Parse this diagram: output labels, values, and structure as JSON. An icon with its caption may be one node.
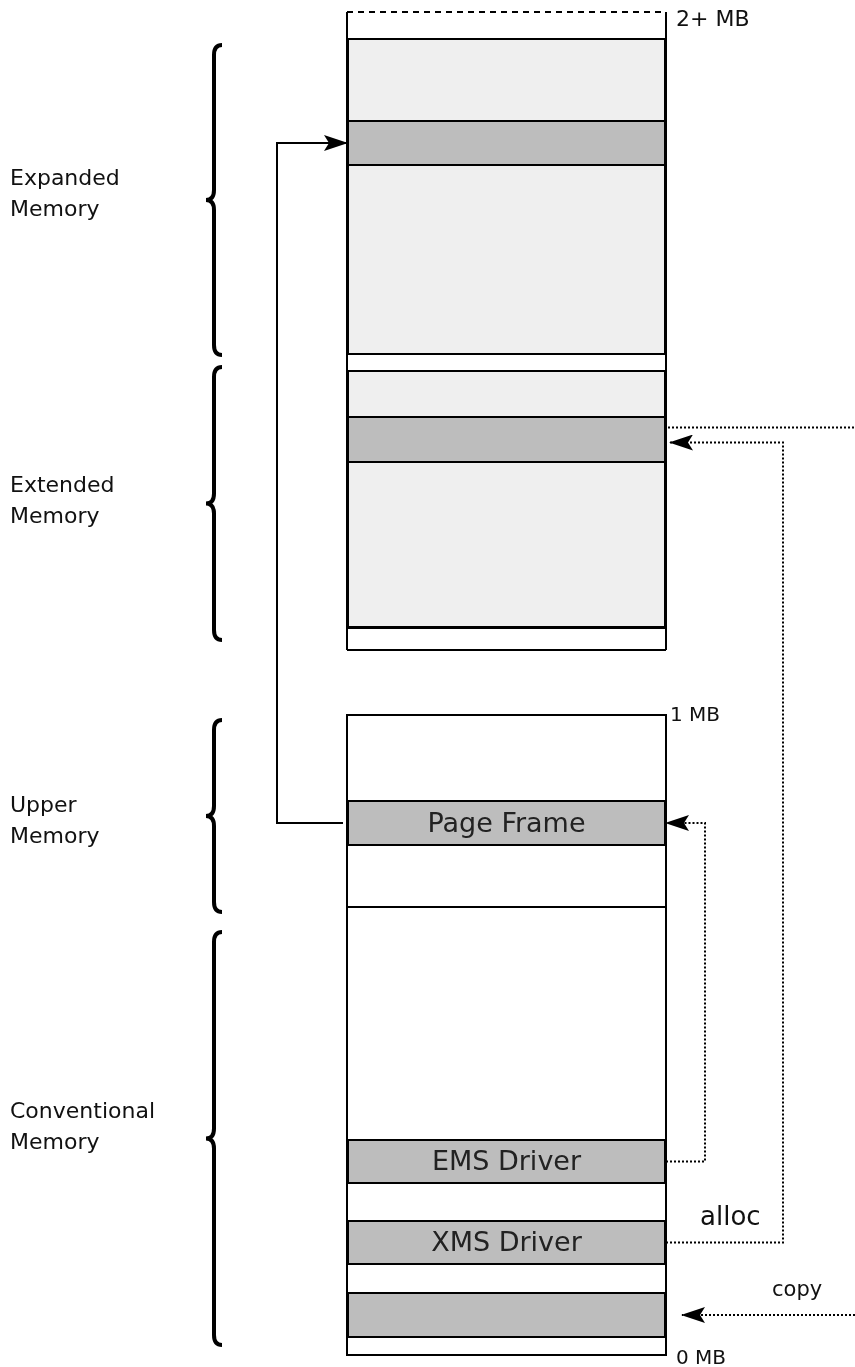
{
  "diagram": {
    "nodes": [
      {
        "text": [],
        "shape": "box"
      },
      {
        "text": [],
        "shape": "box",
        "in": 0
      },
      {
        "text": [],
        "shape": "box"
      },
      {
        "text": [],
        "shape": "box",
        "in": 2
      },
      {
        "text": [
          "Page Frame"
        ]
      },
      {
        "text": [
          "EMS Driver"
        ]
      },
      {
        "text": [
          "XMS Driver"
        ]
      },
      {
        "text": [],
        "shape": "box"
      }
    ],
    "edges": [
      {
        "from": 4,
        "to": 1,
        "arrow": "to"
      },
      {
        "from": 6,
        "to": 3,
        "arrow": "to",
        "label": "alloc",
        "style": "dashed"
      },
      {
        "from": 5,
        "to": 4,
        "arrow": "to",
        "style": "dashed"
      },
      {
        "from": 3,
        "to": null,
        "arrow": "none",
        "style": "dashed"
      },
      {
        "from": null,
        "to": 7,
        "arrow": "to",
        "label": "copy",
        "style": "dashed"
      }
    ],
    "labels": [
      "2+ MB",
      "Expanded Memory",
      "Extended Memory",
      "1 MB",
      "Upper Memory",
      "Conventional Memory",
      "0 MB"
    ]
  }
}
